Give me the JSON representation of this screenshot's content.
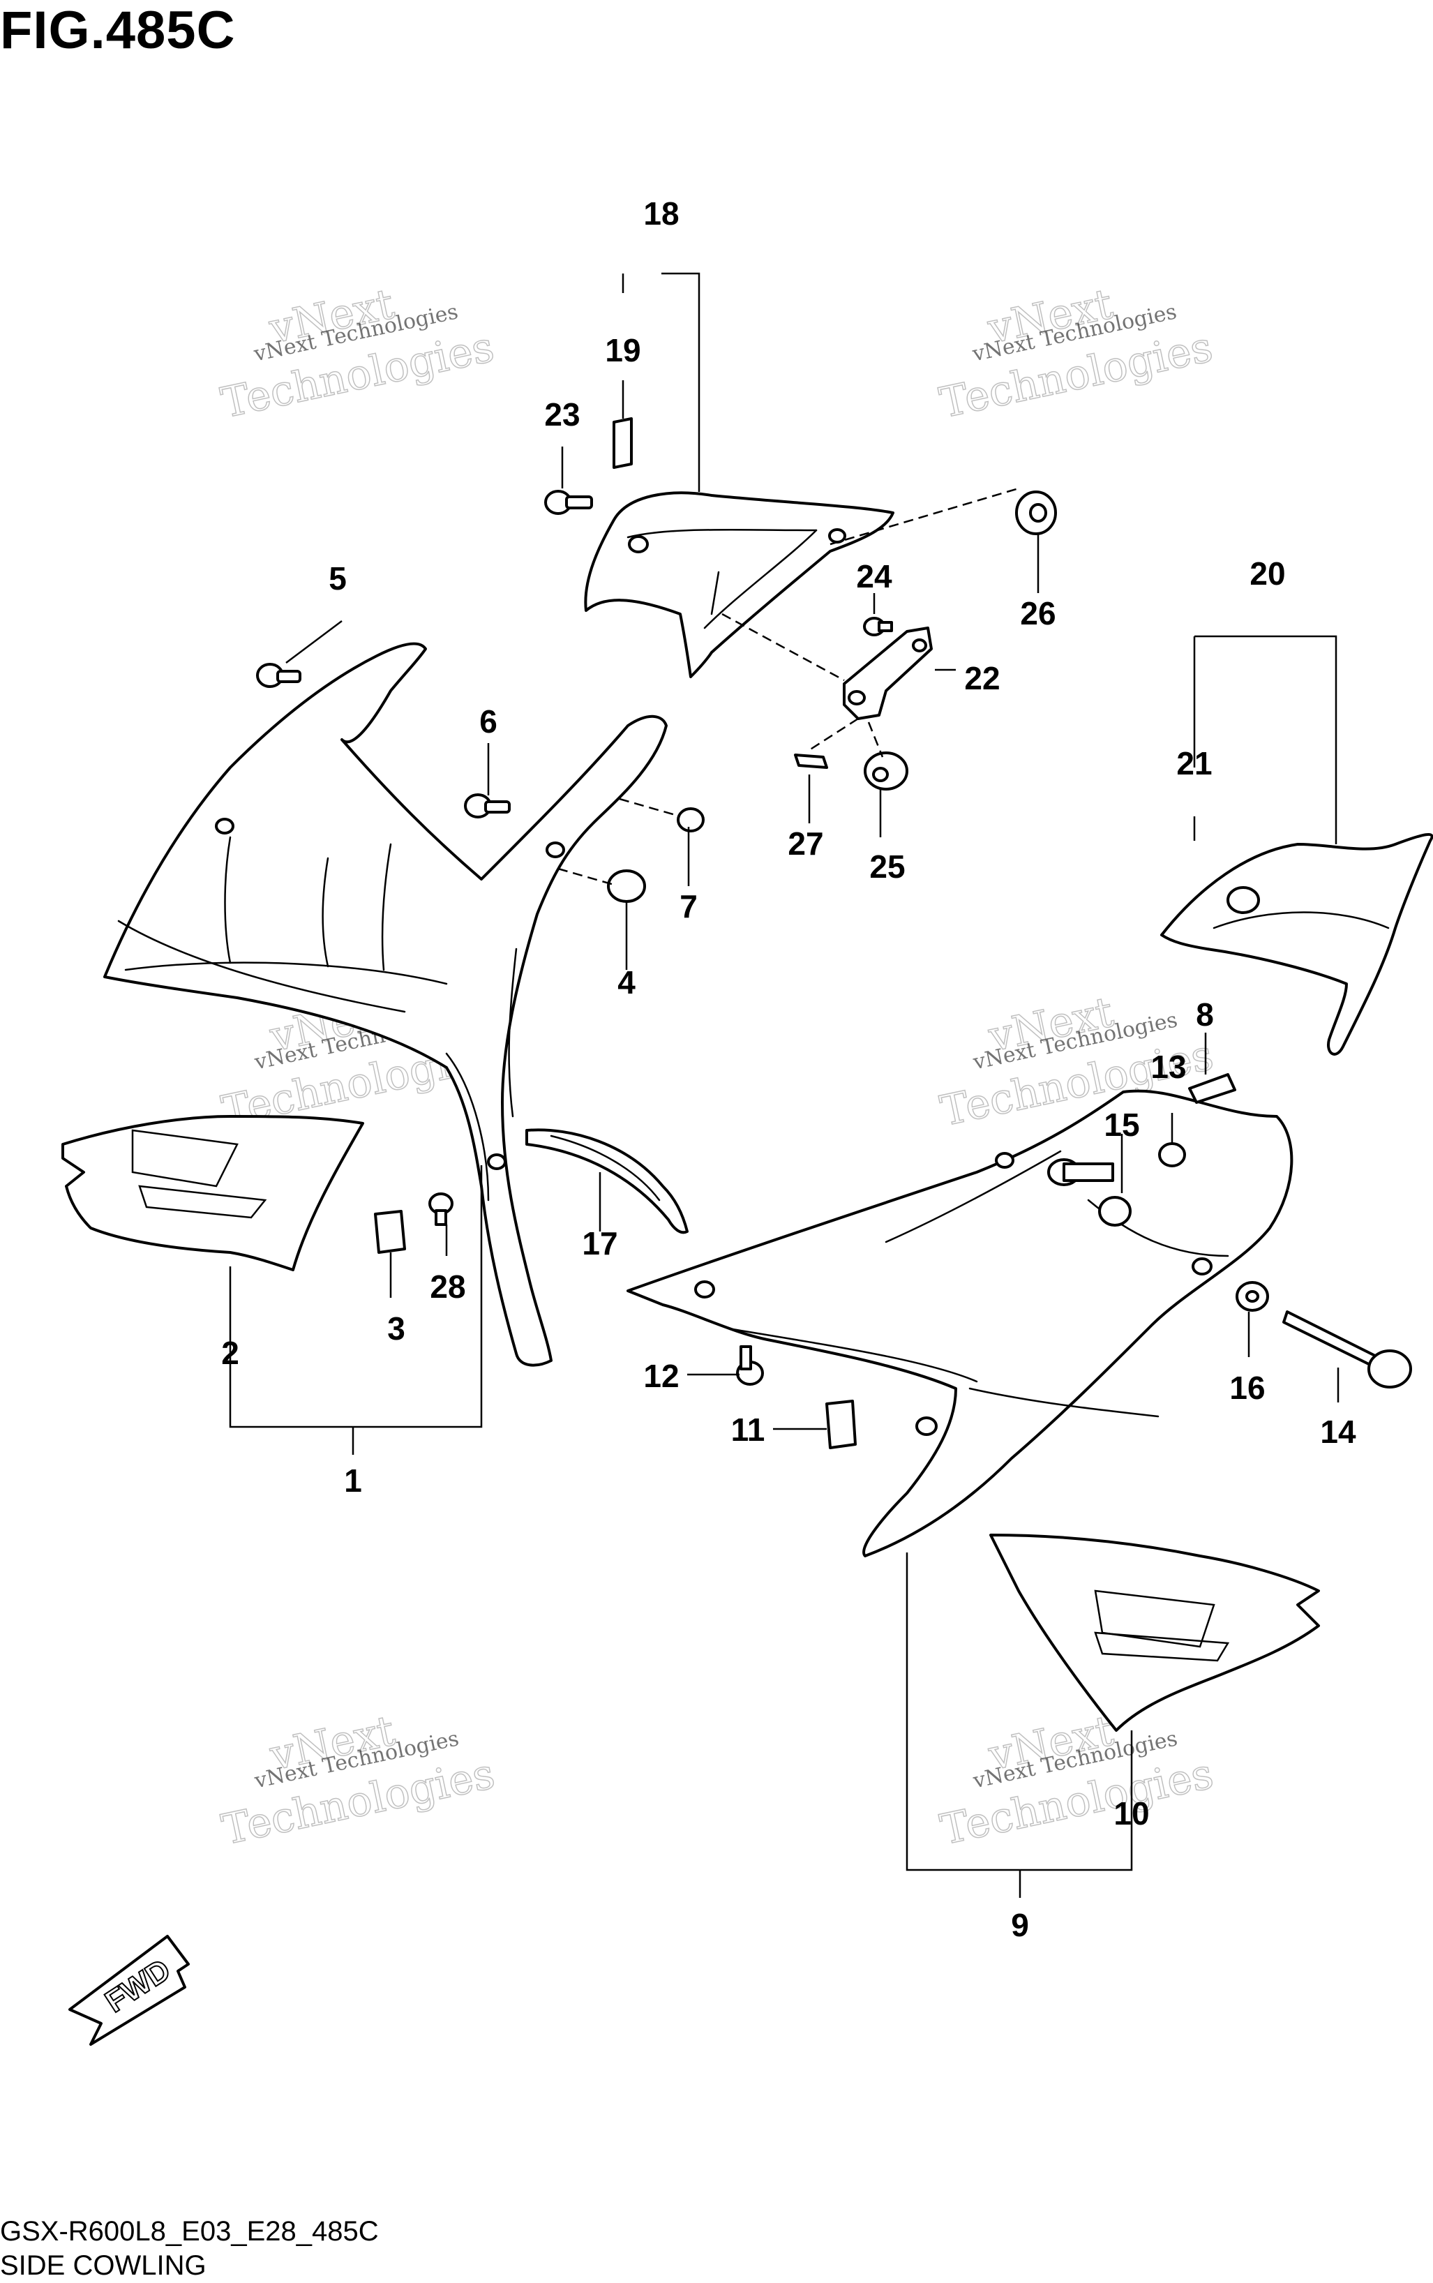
{
  "figure_title": "FIG.485C",
  "footer": {
    "model_code": "GSX-R600L8_E03_E28_485C",
    "section_name": "SIDE COWLING"
  },
  "fwd_label": "FWD",
  "watermark": {
    "line1": "vNext Technologies",
    "line2": "vNext",
    "line3": "Technologies"
  },
  "callouts": {
    "n1": "1",
    "n2": "2",
    "n3": "3",
    "n4": "4",
    "n5": "5",
    "n6": "6",
    "n7": "7",
    "n8": "8",
    "n9": "9",
    "n10": "10",
    "n11": "11",
    "n12": "12",
    "n13": "13",
    "n14": "14",
    "n15": "15",
    "n16": "16",
    "n17": "17",
    "n18": "18",
    "n19": "19",
    "n20": "20",
    "n21": "21",
    "n22": "22",
    "n23": "23",
    "n24": "24",
    "n25": "25",
    "n26": "26",
    "n27": "27",
    "n28": "28"
  }
}
